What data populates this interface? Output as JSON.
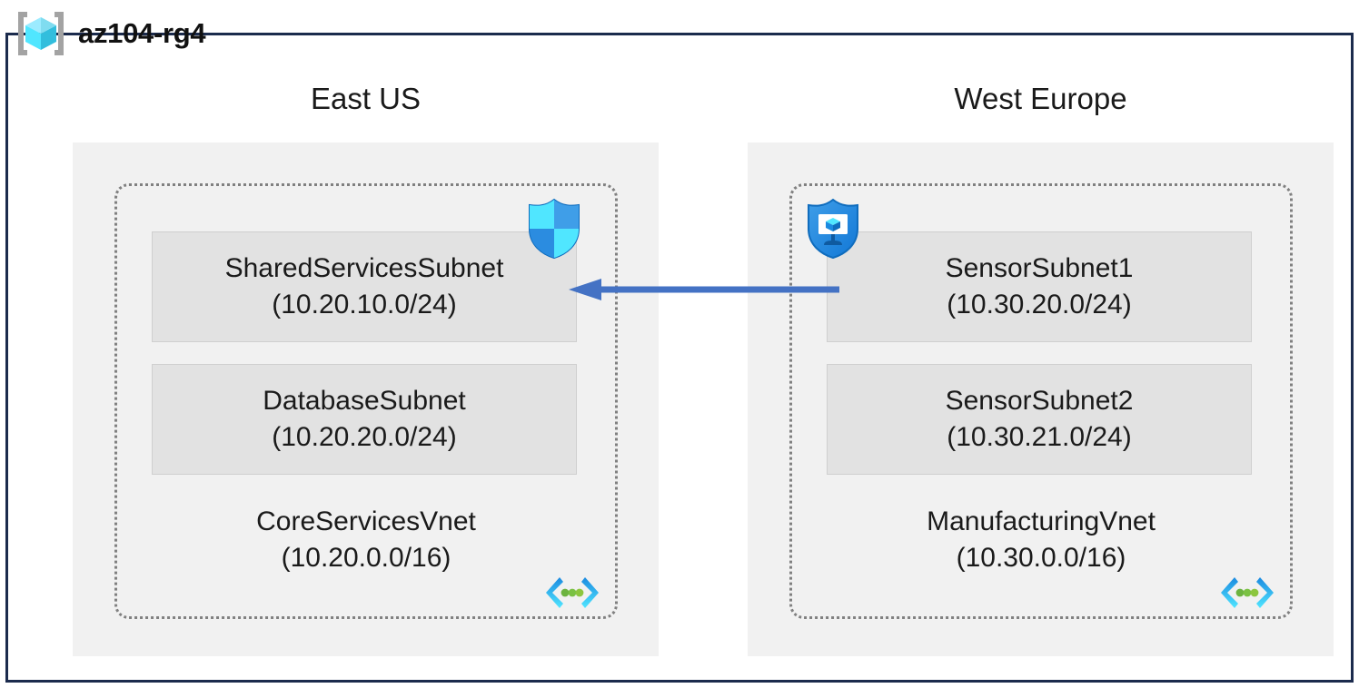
{
  "resource_group": {
    "name": "az104-rg4",
    "icon": "resource-group-cube-icon",
    "frame_color": "#1b2b4d"
  },
  "regions": [
    {
      "id": "east-us",
      "label": "East US",
      "vnet": {
        "name": "CoreServicesVnet",
        "cidr": "(10.20.0.0/16)",
        "icon": "virtual-network-icon",
        "subnets": [
          {
            "name": "SharedServicesSubnet",
            "cidr": "(10.20.10.0/24)",
            "icon": "shield-quadrant-icon"
          },
          {
            "name": "DatabaseSubnet",
            "cidr": "(10.20.20.0/24)",
            "icon": null
          }
        ]
      }
    },
    {
      "id": "west-europe",
      "label": "West Europe",
      "vnet": {
        "name": "ManufacturingVnet",
        "cidr": "(10.30.0.0/16)",
        "icon": "virtual-network-icon",
        "subnets": [
          {
            "name": "SensorSubnet1",
            "cidr": "(10.30.20.0/24)",
            "icon": "shield-monitor-icon"
          },
          {
            "name": "SensorSubnet2",
            "cidr": "(10.30.21.0/24)",
            "icon": null
          }
        ]
      }
    }
  ],
  "connection": {
    "name": "vnet-peering-arrow",
    "direction": "right-to-left",
    "from": "SensorSubnet1",
    "to": "SharedServicesSubnet",
    "color": "#4472c4"
  },
  "colors": {
    "region_background": "#f1f1f1",
    "subnet_background": "#e2e2e2",
    "subnet_border": "#cfcfcf",
    "vnet_border": "#808080",
    "arrow": "#4472c4",
    "text": "#1a1a1a",
    "azure_blue": "#0078d4",
    "azure_cyan": "#50e6ff"
  }
}
